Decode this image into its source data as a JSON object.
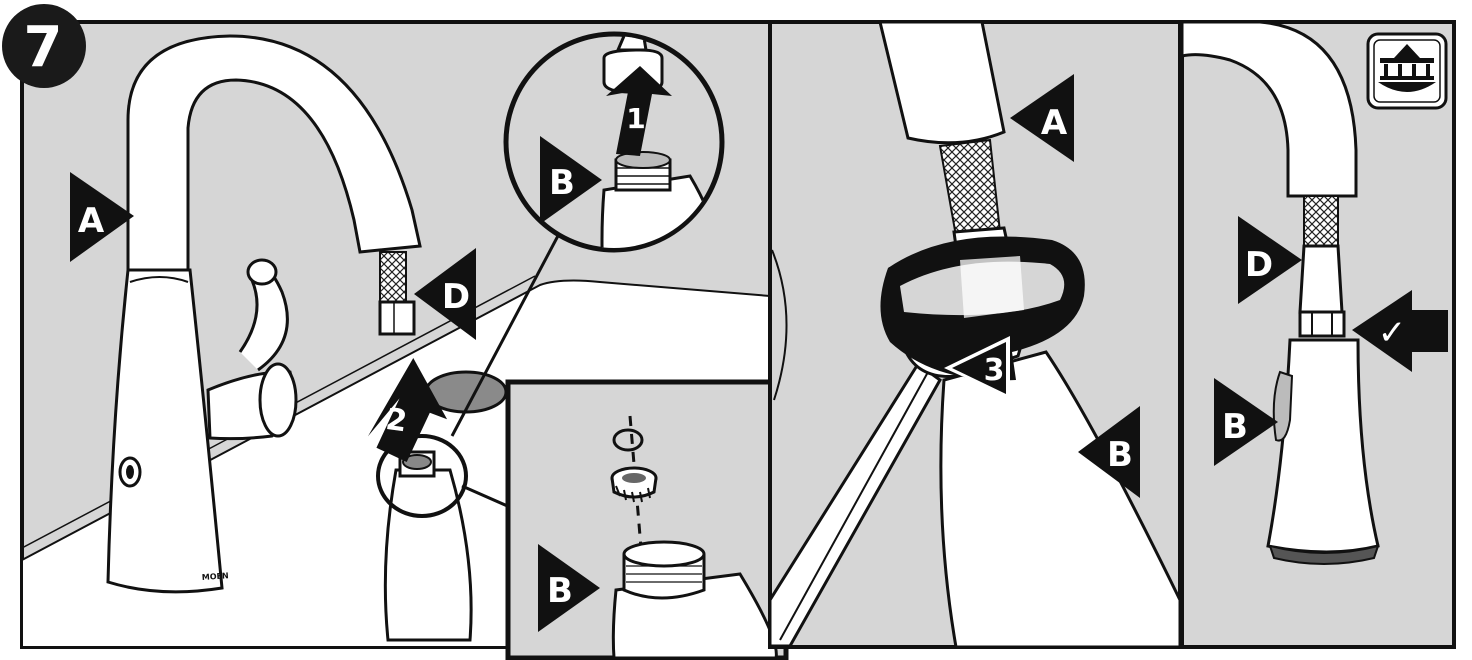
{
  "step": {
    "number": "7"
  },
  "panel1": {
    "label_a": "A",
    "label_d": "D",
    "arrow_step": "2",
    "brand": "MOEN"
  },
  "zoom_top": {
    "label_b": "B",
    "arrow_step": "1"
  },
  "zoom_bottom": {
    "label_b": "B"
  },
  "panel2": {
    "label_a": "A",
    "label_b": "B",
    "arrow_step": "3"
  },
  "panel3": {
    "label_d": "D",
    "label_b": "B",
    "check": "✓",
    "icon": "dishwasher-rack-icon"
  },
  "colors": {
    "panel_bg": "#d6d6d6",
    "outline": "#111111",
    "fixture": "#ffffff",
    "badge": "#1a1a1a",
    "hole": "#8a8a8a"
  }
}
